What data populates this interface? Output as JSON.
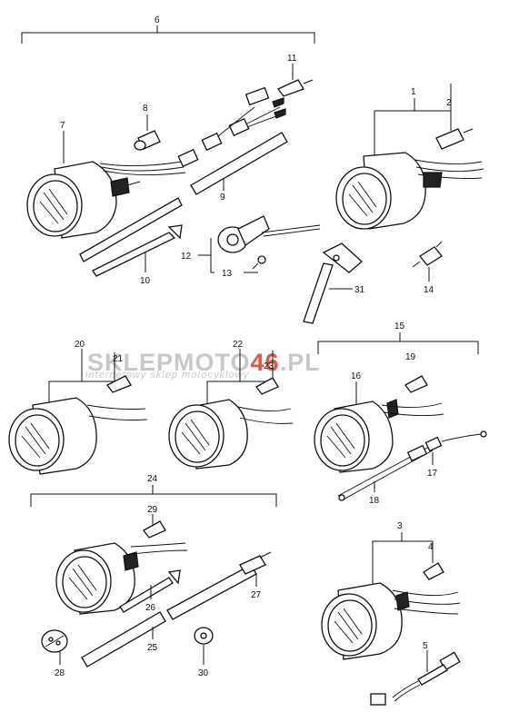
{
  "watermark": {
    "brand_a": "SKLEP",
    "brand_b": "MOTO",
    "brand_c": "46",
    "brand_d": ".PL",
    "tagline": "internetowy sklep motocyklowy",
    "colors": {
      "grey": "#c8c8c8",
      "red": "#e2553f"
    }
  },
  "callouts": {
    "c1": "1",
    "c2": "2",
    "c3": "3",
    "c4": "4",
    "c5": "5",
    "c6": "6",
    "c7": "7",
    "c8": "8",
    "c9": "9",
    "c10": "10",
    "c11": "11",
    "c12": "12",
    "c13": "13",
    "c14": "14",
    "c15": "15",
    "c16": "16",
    "c17": "17",
    "c18": "18",
    "c19": "19",
    "c20": "20",
    "c21": "21",
    "c22": "22",
    "c23": "23",
    "c24": "24",
    "c25": "25",
    "c26": "26",
    "c27": "27",
    "c28": "28",
    "c29": "29",
    "c30": "30",
    "c31": "31"
  }
}
